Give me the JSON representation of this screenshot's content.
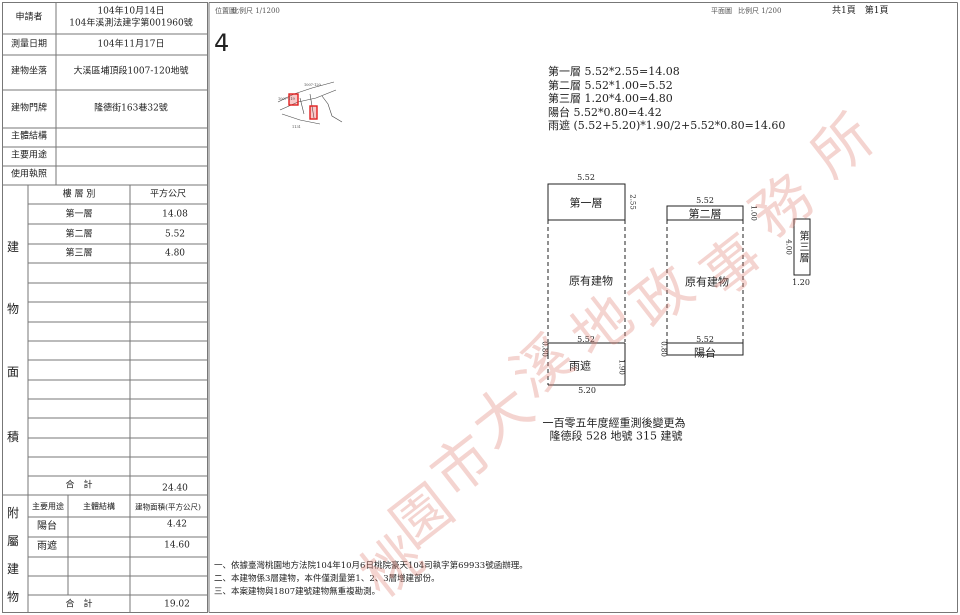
{
  "info_table": {
    "applicant_label": "申請者",
    "applicant_line1": "104年10月14日",
    "applicant_line2": "104年溪測法建字第001960號",
    "survey_date_label": "測量日期",
    "survey_date": "104年11月17日",
    "location_label": "建物坐落",
    "location": "大溪區埔頂段1007-120地號",
    "address_label": "建物門牌",
    "address": "隆德街163巷32號",
    "structure_label": "主體結構",
    "use_label": "主要用途",
    "license_label": "使用執照"
  },
  "area_table": {
    "side_chars": [
      "建",
      "物",
      "面",
      "積"
    ],
    "col_floor": "樓 層 別",
    "col_sqm": "平方公尺",
    "rows": [
      {
        "floor": "第一層",
        "sqm": "14.08"
      },
      {
        "floor": "第二層",
        "sqm": "5.52"
      },
      {
        "floor": "第三層",
        "sqm": "4.80"
      }
    ],
    "total_label": "合　計",
    "total": "24.40"
  },
  "annex_table": {
    "side_chars": [
      "附",
      "屬",
      "建",
      "物"
    ],
    "col_use": "主要用途",
    "col_structure": "主體結構",
    "col_area": "建物面積(平方公尺)",
    "rows": [
      {
        "use": "陽台",
        "area": "4.42"
      },
      {
        "use": "雨遮",
        "area": "14.60"
      }
    ],
    "total_label": "合　計",
    "total": "19.02"
  },
  "header": {
    "location_map": "位置圖",
    "location_scale": "比例尺 1/1200",
    "floor_plan": "平面圖",
    "plan_scale": "比例尺 1/200",
    "page": "共1頁　第1頁"
  },
  "north_symbol": "4",
  "calculations": [
    "第一層 5.52*2.55=14.08",
    "第二層 5.52*1.00=5.52",
    "第三層 1.20*4.00=4.80",
    "陽台 5.52*0.80=4.42",
    "雨遮 (5.52+5.20)*1.90/2+5.52*0.80=14.60"
  ],
  "plan": {
    "f1_label": "第一層",
    "f1_top": "5.52",
    "f1_side": "2.55",
    "f2_label": "第二層",
    "f2_top": "5.52",
    "f2_side": "1.00",
    "f3_label": "第三層",
    "f3_side": "4.00",
    "f3_bottom": "1.20",
    "existing": "原有建物",
    "canopy_label": "雨遮",
    "canopy_top": "5.52",
    "canopy_left": "0.80",
    "canopy_right": "1.90",
    "canopy_bottom": "5.20",
    "balcony_label": "陽台",
    "balcony_top": "5.52",
    "balcony_left": "0.80"
  },
  "change_note_line1": "一百零五年度經重測後變更為",
  "change_note_line2": "隆德段 528 地號 315 建號",
  "notes": [
    "一、依據臺灣桃園地方法院104年10月6日桃院豪天104司執字第69933號函辦理。",
    "二、本建物係3層建物，本件僅測量第1、2、3層增建部份。",
    "三、本案建物與1807建號建物無重複勘測。"
  ],
  "watermark": "桃園市大溪地政事務所"
}
